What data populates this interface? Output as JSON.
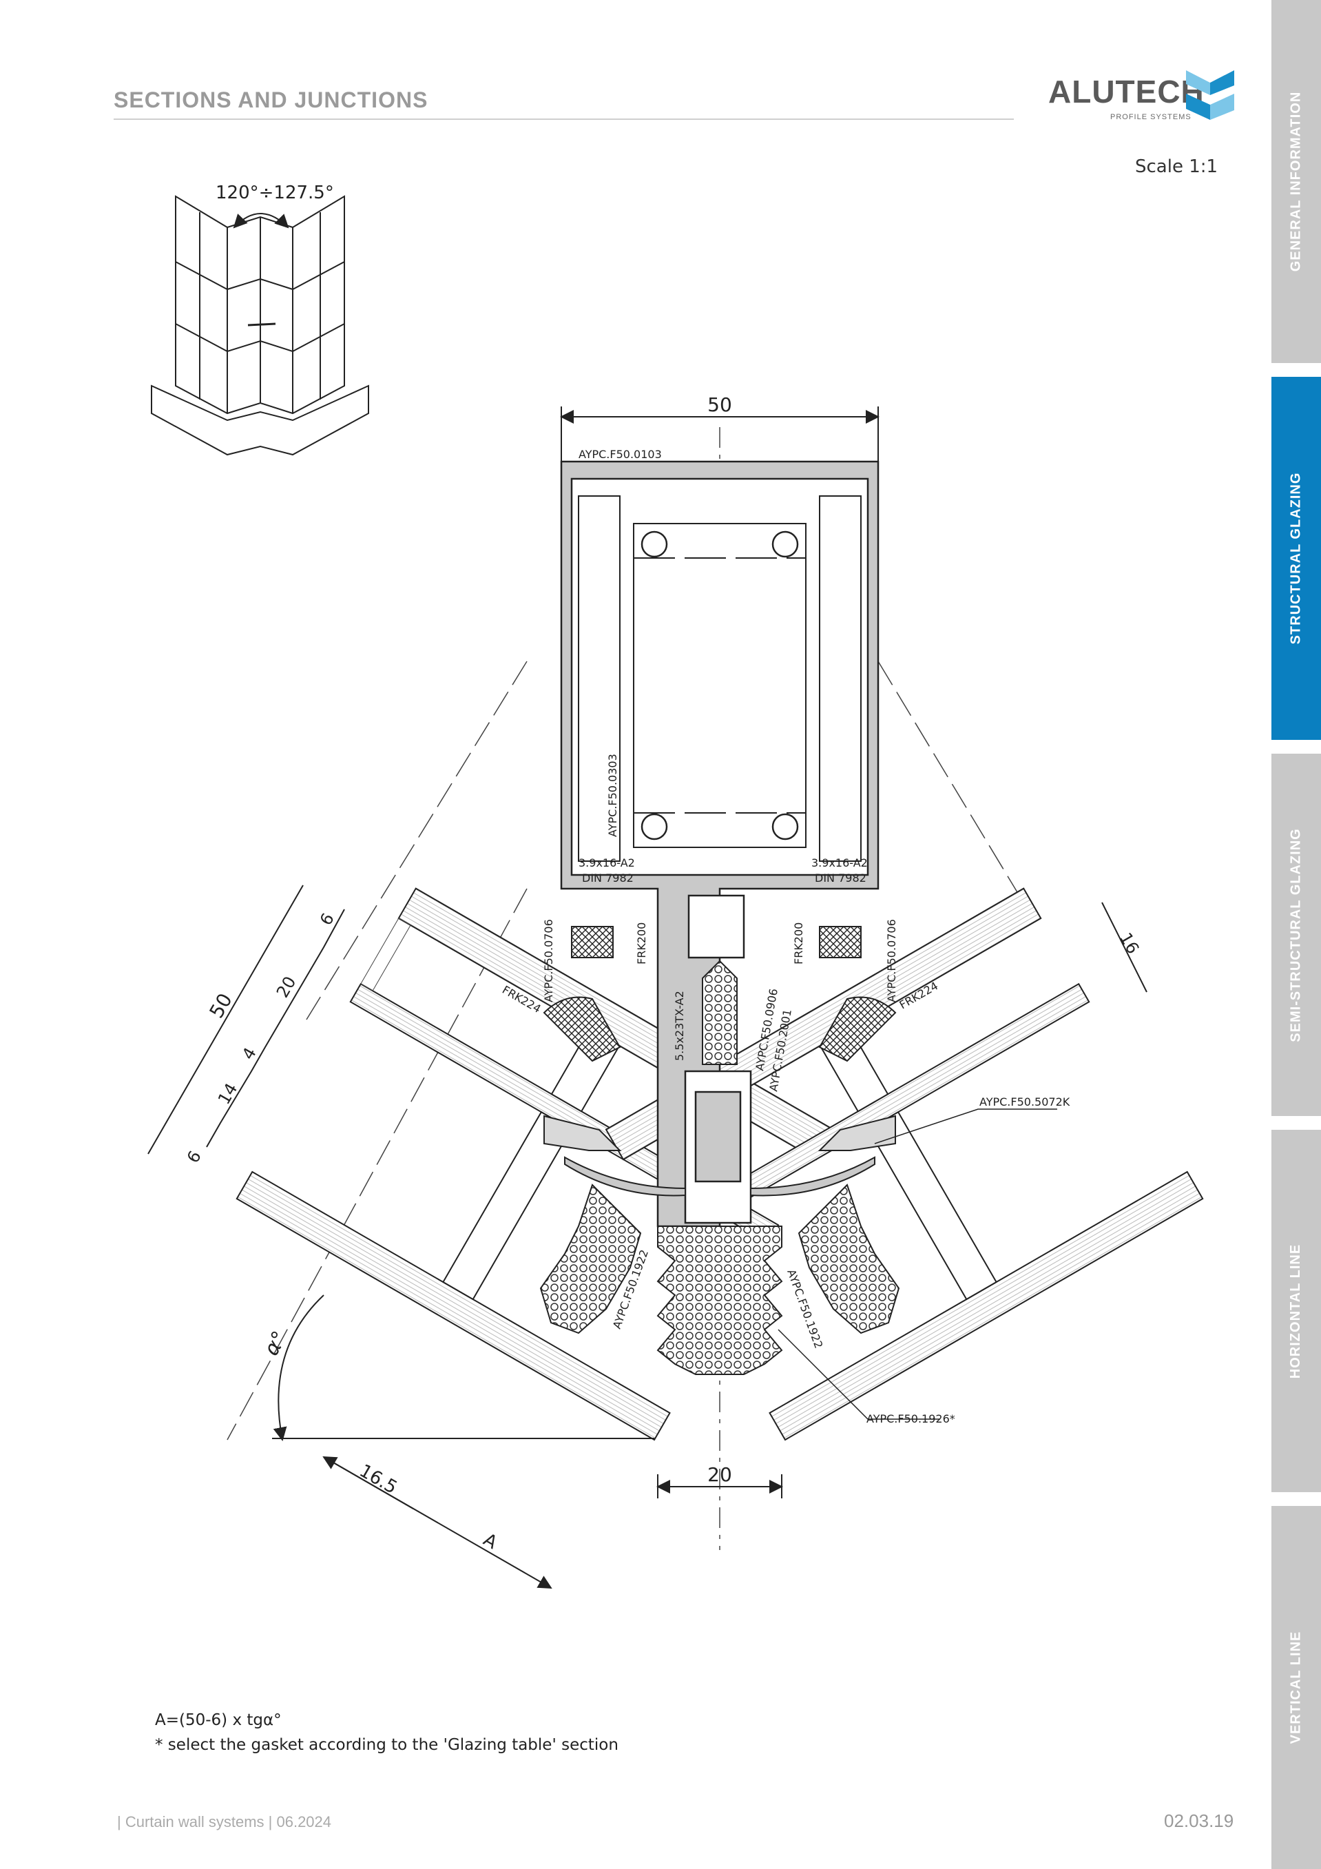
{
  "header": {
    "title": "SECTIONS AND JUNCTIONS"
  },
  "logo": {
    "word": "ALUTECH",
    "sub": "PROFILE SYSTEMS",
    "colors": {
      "light": "#7cc6e8",
      "dark": "#1a8fc9"
    }
  },
  "scale": "Scale 1:1",
  "sidebar": {
    "tabs": [
      {
        "label": "GENERAL INFORMATION",
        "active": false
      },
      {
        "label": "STRUCTURAL GLAZING",
        "active": true
      },
      {
        "label": "SEMI-STRUCTURAL GLAZING",
        "active": false
      },
      {
        "label": "HORIZONTAL LINE",
        "active": false
      },
      {
        "label": "VERTICAL LINE",
        "active": false
      }
    ],
    "active_color": "#0a7fc0",
    "inactive_color": "#c8c8c8"
  },
  "drawing": {
    "angle_range": "120°÷127.5°",
    "dims": {
      "top_width": "50",
      "bottom_width": "20",
      "left_total": "50",
      "left_a": "6",
      "left_b": "20",
      "left_c": "4",
      "left_d": "14",
      "left_e": "6",
      "right_thk": "16",
      "offset": "16.5",
      "a_label": "A",
      "angle": "α°"
    },
    "labels": {
      "mullion": "AYPC.F50.0103",
      "insert": "AYPC.F50.0303",
      "screw_left_1": "3.9x16-A2",
      "screw_left_2": "DIN 7982",
      "screw_right_1": "3.9x16-A2",
      "screw_right_2": "DIN 7982",
      "gasket_left": "AYPC.F50.0706",
      "gasket_right": "AYPC.F50.0706",
      "frk200_left": "FRK200",
      "frk200_right": "FRK200",
      "frk224_left": "FRK224",
      "frk224_right": "FRK224",
      "screw_center": "5.5x23TX-A2",
      "profile_0906": "AYPC.F50.0906",
      "profile_2001": "AYPC.F50.2001",
      "clip": "AYPC.F50.5072K",
      "gasket_1922_left": "AYPC.F50.1922",
      "gasket_1922_right": "AYPC.F50.1922",
      "gasket_1926": "AYPC.F50.1926*"
    }
  },
  "notes": {
    "formula": "A=(50-6) x tgα°",
    "footnote": "* select the gasket according to the 'Glazing table' section"
  },
  "footer": {
    "left": "| Curtain wall systems | 06.2024",
    "right": "02.03.19"
  }
}
